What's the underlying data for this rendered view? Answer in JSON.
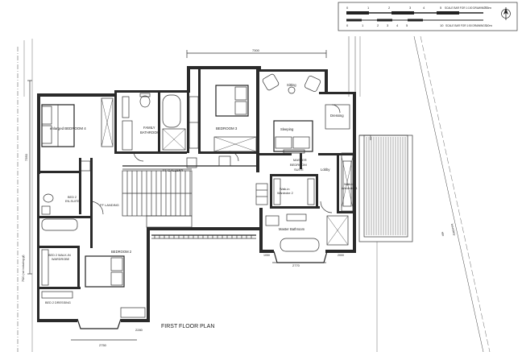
{
  "plan": {
    "title": "FIRST FLOOR PLAN",
    "scale_bar": {
      "top_ticks": [
        "0",
        "1",
        "2",
        "3",
        "4",
        "5"
      ],
      "top_caption": "SCALE BAR FOR 1:100 DRAWINGS",
      "top_end": "7.5m",
      "bottom_ticks": [
        "0",
        "1",
        "2",
        "3",
        "4",
        "5"
      ],
      "bottom_caption": "SCALE BAR FOR 1:50 DRAWINGS",
      "bottom_end": "10m",
      "bottom_start": "10"
    },
    "rooms": {
      "bedroom4": "enlarged BEDROOM 4",
      "family_bathroom_1": "FAMILY",
      "family_bathroom_2": "BATHROOM",
      "bedroom3": "BEDROOM 3",
      "sitting": "Sitting",
      "sleeping": "Sleeping",
      "dressing": "Dressing",
      "master_suite_1": "MASTER",
      "master_suite_2": "BEDROOM",
      "master_suite_3": "SUITE",
      "lobby": "Lobby",
      "walkin_wardrobe2_1": "Walk-in",
      "walkin_wardrobe2_2": "Wardrobe 2",
      "walkin_wardrobe1_1": "Walk-in",
      "walkin_wardrobe1_2": "Wardrobe 1",
      "ff_gallery": "FF GALLERY",
      "ff_landing": "FF LANDING",
      "bed2_ensuite_1": "BED 2",
      "bed2_ensuite_2": "EN-SUITE",
      "bedroom2": "BEDROOM 2",
      "bed2_walkin_1": "BED 2 WALK-IN",
      "bed2_walkin_2": "WARDROBE",
      "bed2_dressing": "BED 2 DRESSING",
      "master_bathroom": "Master Bathroom"
    },
    "dimensions": {
      "top": "7300",
      "left": "7350",
      "left_side_note": "7520 (not including gf)",
      "bottom_left": "2750",
      "bottom_step": "2280",
      "bath_width": "2770",
      "bath_left": "1050",
      "bath_right": "2000"
    },
    "notes": {
      "boundary_1": "boundary",
      "boundary_2": "site"
    }
  }
}
